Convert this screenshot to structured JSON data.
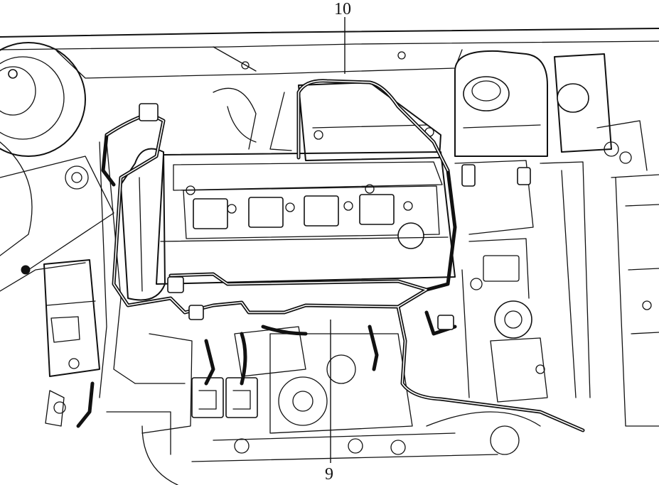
{
  "callouts": [
    {
      "id": "10",
      "text": "10"
    },
    {
      "id": "9",
      "text": "9"
    }
  ],
  "colors": {
    "line": "#111111",
    "background": "#ffffff"
  }
}
